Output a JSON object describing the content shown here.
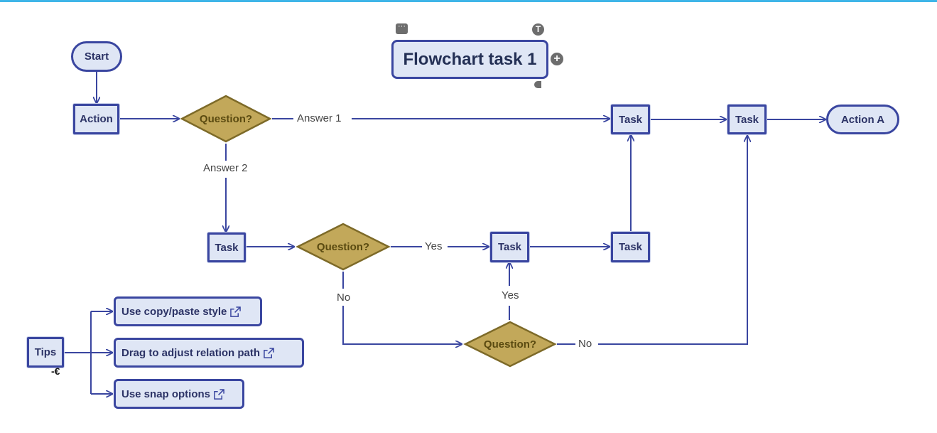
{
  "central": {
    "title": "Flowchart task 1"
  },
  "nodes": {
    "start": "Start",
    "action": "Action",
    "q1": "Question?",
    "task_top1": "Task",
    "task_top2": "Task",
    "action_a": "Action A",
    "task_mid_left": "Task",
    "q2": "Question?",
    "task_mid_center": "Task",
    "task_mid_right": "Task",
    "q3": "Question?",
    "tips": "Tips"
  },
  "edge_labels": {
    "answer1": "Answer 1",
    "answer2": "Answer 2",
    "yes1": "Yes",
    "no1": "No",
    "yes2": "Yes",
    "no2": "No"
  },
  "tips": [
    "Use copy/paste style",
    "Drag to adjust relation path",
    "Use snap options"
  ],
  "colors": {
    "node_fill": "#dfe6f5",
    "node_border": "#3a46a0",
    "diamond_fill": "#c2a85a",
    "diamond_border": "#7d6a28",
    "line": "#3a46a0"
  }
}
